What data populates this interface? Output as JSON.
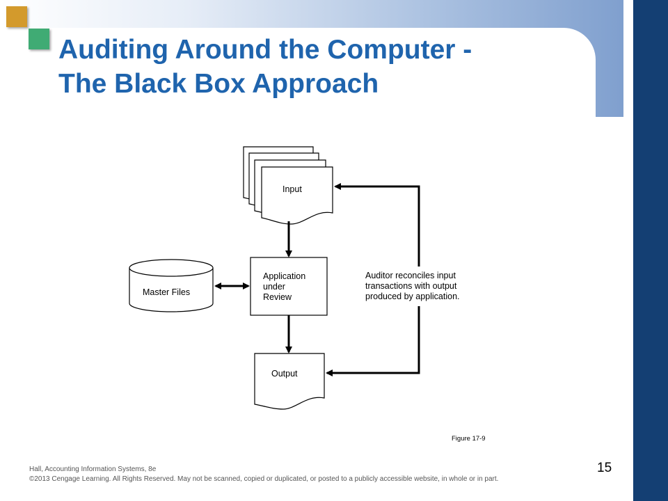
{
  "slide": {
    "title_line1": "Auditing Around the Computer -",
    "title_line2": "The Black Box Approach",
    "page_number": "15",
    "footer_source": "Hall, Accounting Information Systems, 8e",
    "footer_copyright": "©2013 Cengage Learning. All Rights Reserved. May not be scanned, copied or duplicated, or posted to a publicly accessible website, in whole or in part.",
    "colors": {
      "title": "#1f64ad",
      "right_bar": "#143f73",
      "accent_orange": "#d39a2c",
      "accent_green": "#40ab74"
    }
  },
  "diagram": {
    "input_label": "Input",
    "master_files_label": "Master Files",
    "app_line1": "Application",
    "app_line2": "under",
    "app_line3": "Review",
    "output_label": "Output",
    "note_line1": "Auditor reconciles input",
    "note_line2": "transactions with output",
    "note_line3": "produced by application.",
    "caption": "Figure 17-9"
  }
}
